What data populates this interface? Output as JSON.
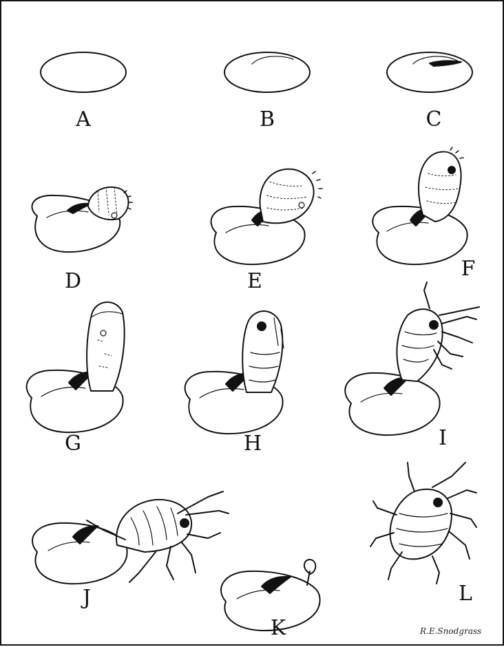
{
  "plate": {
    "stages": [
      {
        "id": "egg",
        "label": "A"
      },
      {
        "id": "egg-split",
        "label": "B"
      },
      {
        "id": "egg-opening",
        "label": "C"
      },
      {
        "id": "emerging",
        "label": "D"
      },
      {
        "id": "emerging-further",
        "label": "E"
      },
      {
        "id": "emerging-upright",
        "label": "F"
      },
      {
        "id": "membrane-sac",
        "label": "G"
      },
      {
        "id": "nymph-inside-sac",
        "label": "H"
      },
      {
        "id": "nymph-breaking-free",
        "label": "I"
      },
      {
        "id": "nymph-pulling-out",
        "label": "J"
      },
      {
        "id": "empty-egg",
        "label": "K"
      },
      {
        "id": "nymph-free",
        "label": "L"
      }
    ],
    "signature": "R.E.Snodgrass"
  }
}
